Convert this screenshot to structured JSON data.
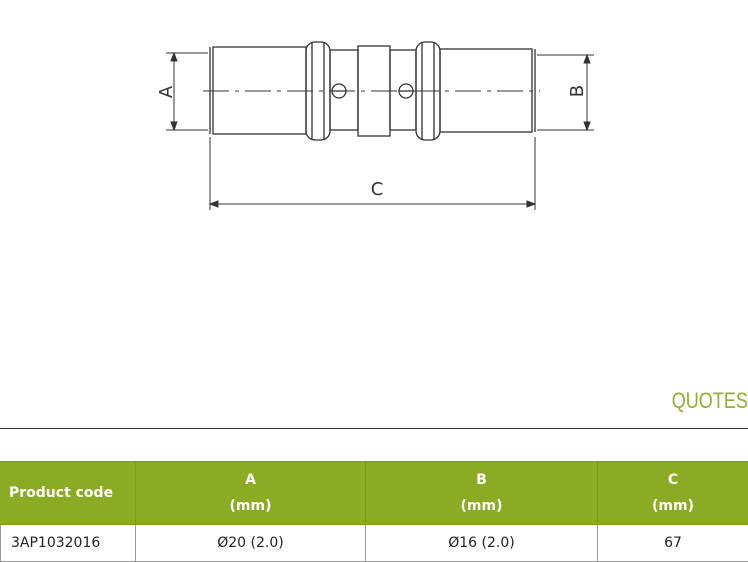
{
  "drawing": {
    "dim_a": "A",
    "dim_b": "B",
    "dim_c": "C"
  },
  "quotes": {
    "title": "QUOTES"
  },
  "table": {
    "headers": [
      {
        "name": "Product code",
        "unit": ""
      },
      {
        "name": "A",
        "unit": "(mm)"
      },
      {
        "name": "B",
        "unit": "(mm)"
      },
      {
        "name": "C",
        "unit": "(mm)"
      }
    ],
    "rows": [
      [
        "3AP1032016",
        "Ø20 (2.0)",
        "Ø16 (2.0)",
        "67"
      ]
    ]
  }
}
